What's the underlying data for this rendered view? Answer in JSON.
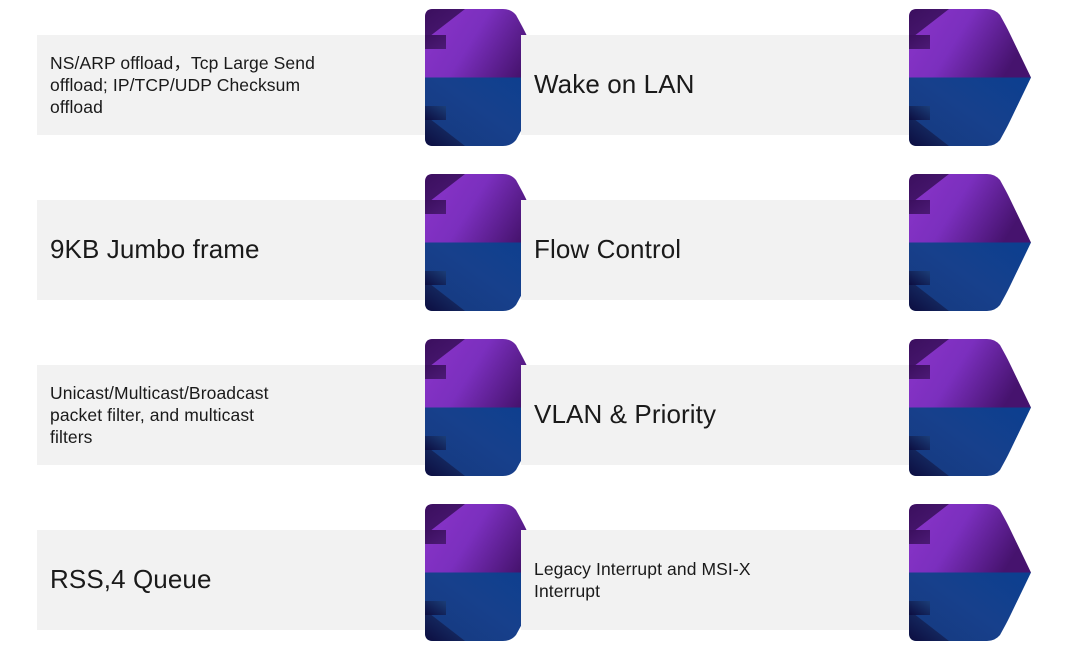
{
  "page": {
    "background_color": "#FFFFFF",
    "plate_color": "#F2F2F2",
    "text_color": "#1A1A1A",
    "accent_purple": "#7B2FBE",
    "accent_purple_dark": "#4A1472",
    "accent_purple_shadow": "#3D1060",
    "accent_blue": "#15377A",
    "accent_blue_dark": "#0E2A5E",
    "accent_blue_shadow": "#0D0E43"
  },
  "columns": {
    "left": {
      "items": [
        {
          "label": "NS/ARP offload，Tcp Large Send\noffload; IP/TCP/UDP Checksum\noffload",
          "size": "small"
        },
        {
          "label": "9KB Jumbo frame",
          "size": "large"
        },
        {
          "label": "Unicast/Multicast/Broadcast\npacket filter, and multicast\nfilters",
          "size": "small"
        },
        {
          "label": "RSS,4 Queue",
          "size": "large"
        }
      ]
    },
    "right": {
      "items": [
        {
          "label": "Wake on LAN",
          "size": "large"
        },
        {
          "label": "Flow Control",
          "size": "large"
        },
        {
          "label": "VLAN & Priority",
          "size": "large"
        },
        {
          "label": "Legacy Interrupt and MSI-X\nInterrupt",
          "size": "small"
        }
      ]
    }
  },
  "icons": {
    "arrow": "chevron-right-arrow-icon"
  }
}
